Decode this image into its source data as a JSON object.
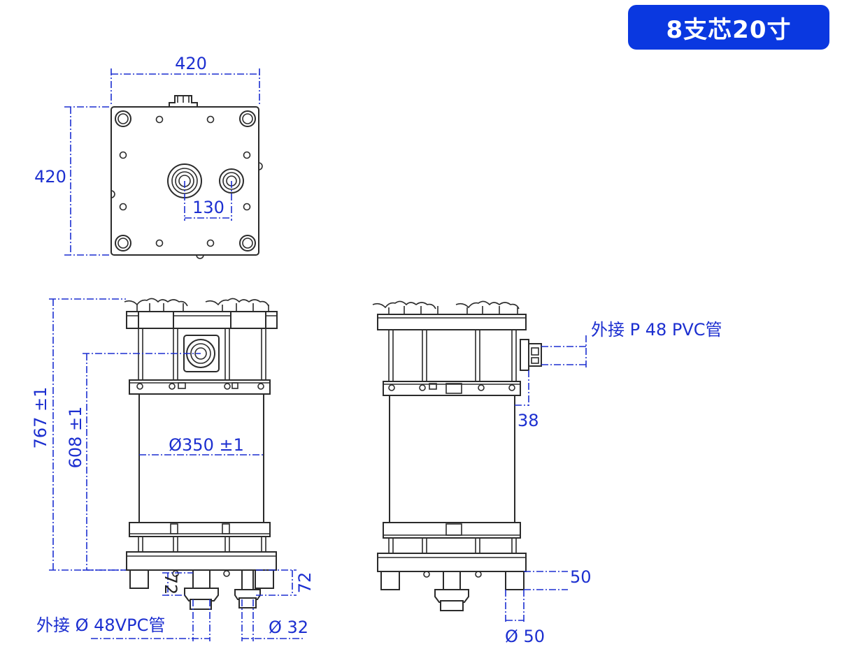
{
  "badge": {
    "label": "8支芯20寸"
  },
  "colors": {
    "accent": "#0a38e0",
    "dimension": "#1c2fd0",
    "outline": "#2b2b2b"
  },
  "top_view": {
    "width_label": "420",
    "height_label": "420",
    "port_spacing_label": "130"
  },
  "front_view": {
    "total_height_label": "767 ±1",
    "port_height_label": "608 ±1",
    "diameter_label": "Ø350 ±1",
    "foot_left_label": "72",
    "foot_right_label": "72",
    "outlet_label": "外接 Ø 48VPC管",
    "drain_label": "Ø 32"
  },
  "side_view": {
    "side_port_label": "外接 P 48 PVC管",
    "offset_label": "38",
    "foot_height_label": "50",
    "foot_diameter_label": "Ø 50"
  }
}
